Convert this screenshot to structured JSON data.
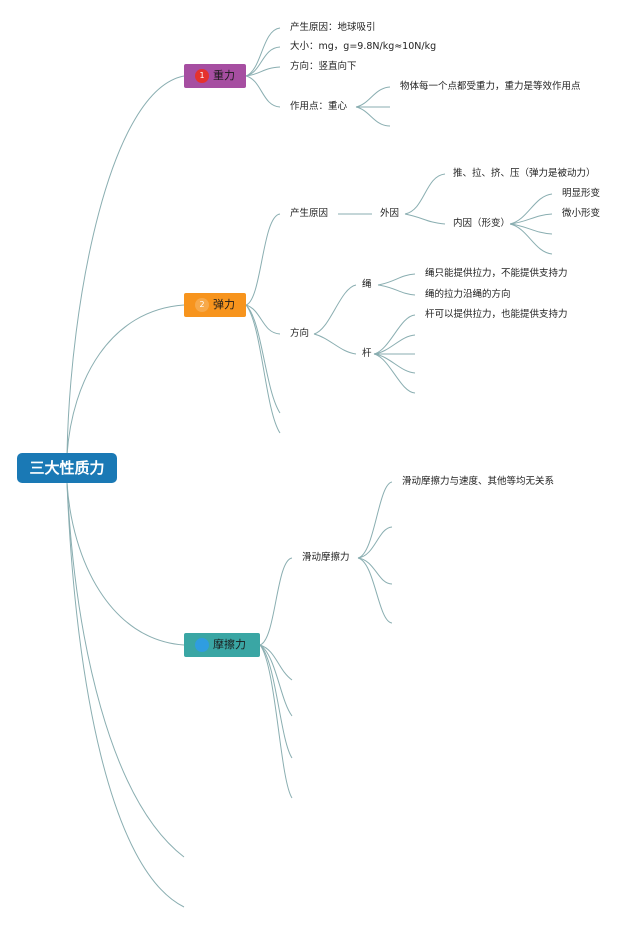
{
  "root": "三大性质力",
  "gravity": {
    "label": "重力",
    "badge": "1",
    "color": "#a64ea1",
    "badge_color": "#e5322d",
    "source": "产生原因：地球吸引",
    "size": "大小：mg，g=9.8N/kg≈10N/kg",
    "direction": "方向：竖直向下",
    "point": "作用点：重心",
    "point_note": "物体每一个点都受重力，重力是等效作用点"
  },
  "elastic": {
    "label": "弹力",
    "badge": "2",
    "color": "#f7941d",
    "badge_color": "#f7a94a",
    "source": "产生原因",
    "external": "外因",
    "external_note": "推、拉、挤、压（弹力是被动力）",
    "internal": "内因（形变）",
    "deform_1": "明显形变",
    "deform_2": "微小形变",
    "direction": "方向",
    "rope": "绳",
    "rope_1": "绳只能提供拉力，不能提供支持力",
    "rope_2": "绳的拉力沿绳的方向",
    "rod": "杆",
    "rod_1": "杆可以提供拉力，也能提供支持力"
  },
  "friction": {
    "label": "摩擦力",
    "badge": "",
    "color": "#3aa6a4",
    "badge_color": "#2f9de0",
    "sliding": "滑动摩擦力",
    "sliding_1": "滑动摩擦力与速度、其他等均无关系"
  }
}
